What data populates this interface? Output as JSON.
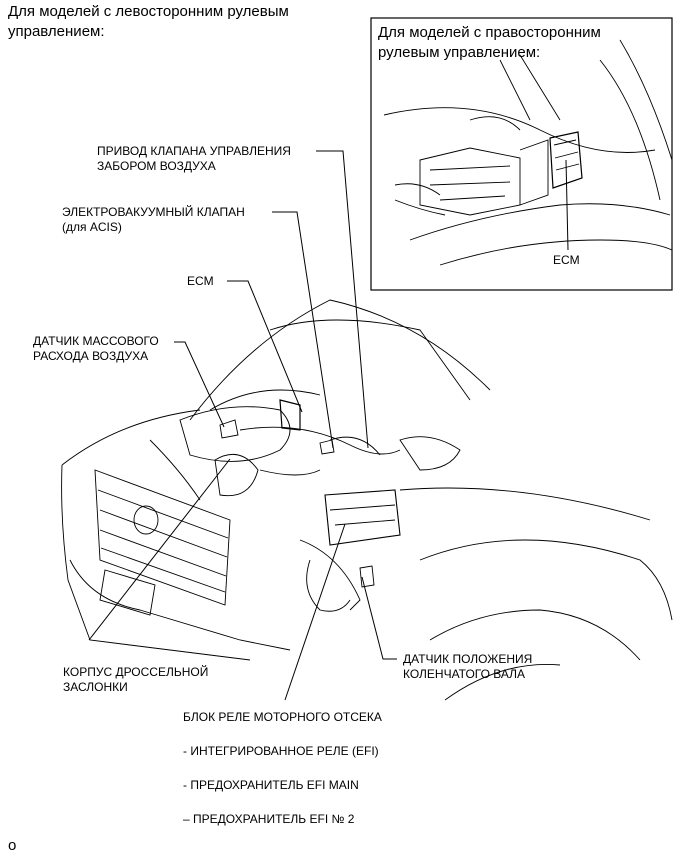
{
  "header_left": "Для моделей с левосторонним рулевым\nуправлением:",
  "inset": {
    "title": "Для моделей с правосторонним\nрулевым управлением:",
    "ecm_label": "ECM"
  },
  "labels": {
    "intake_valve_actuator": "ПРИВОД КЛАПАНА УПРАВЛЕНИЯ\nЗАБОРОМ ВОЗДУХА",
    "vsv_acis": "ЭЛЕКТРОВАКУУМНЫЙ КЛАПАН\n(для ACIS)",
    "ecm": "ECM",
    "maf_sensor": "ДАТЧИК МАССОВОГО\nРАСХОДА ВОЗДУХА",
    "throttle_body": "КОРПУС ДРОССЕЛЬНОЙ\nЗАСЛОНКИ",
    "crank_sensor": "ДАТЧИК ПОЛОЖЕНИЯ\nКОЛЕНЧАТОГО ВАЛА",
    "relay_block": "БЛОК РЕЛЕ МОТОРНОГО ОТСЕКА"
  },
  "relay_items": [
    "- ИНТЕГРИРОВАННОЕ РЕЛЕ (EFI)",
    "- ПРЕДОХРАНИТЕЛЬ EFI MAIN",
    "– ПРЕДОХРАНИТЕЛЬ EFI № 2"
  ],
  "footnote": "o"
}
